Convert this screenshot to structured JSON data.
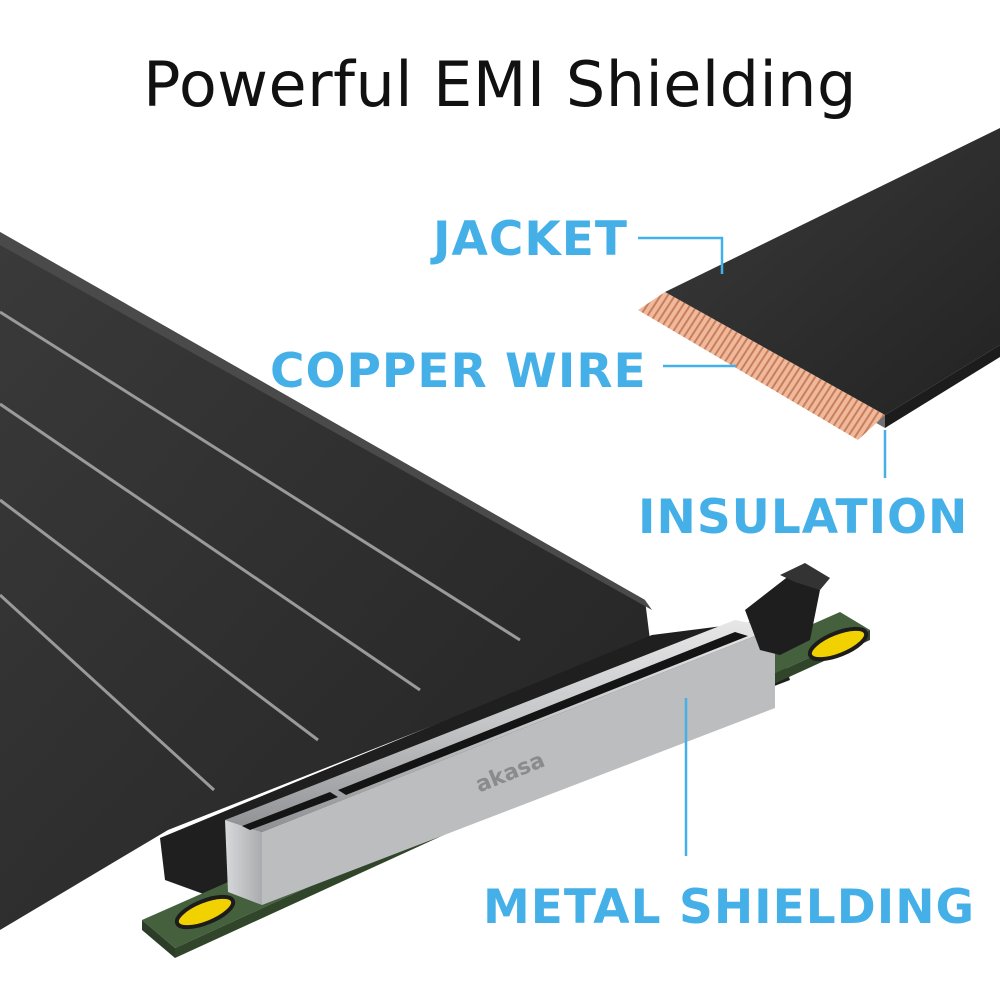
{
  "title": "Powerful EMI Shielding",
  "labels": {
    "jacket": "JACKET",
    "copper_wire": "COPPER WIRE",
    "insulation": "INSULATION",
    "metal_shielding": "METAL SHIELDING"
  },
  "brand": "akasa",
  "colors": {
    "label": "#45b0e8",
    "callout_line": "#45b0e8",
    "cable_dark": "#2b2b2b",
    "cable_top": "#3c3c3c",
    "copper": "#e7a98a",
    "pcb": "#3f5a3a",
    "slot_pad": "#f2d100",
    "shield_metal": "#c9cacc"
  }
}
